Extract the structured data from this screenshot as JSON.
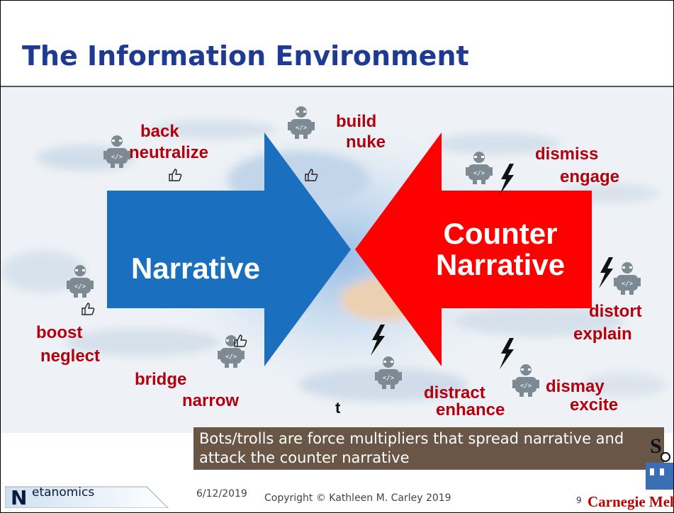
{
  "slide": {
    "title": "The Information Environment",
    "narrative_label": "Narrative",
    "counter_label_line1": "Counter",
    "counter_label_line2": "Narrative",
    "words": {
      "back": "back",
      "neutralize": "neutralize",
      "build": "build",
      "nuke": "nuke",
      "dismiss": "dismiss",
      "engage": "engage",
      "boost": "boost",
      "neglect": "neglect",
      "bridge": "bridge",
      "narrow": "narrow",
      "distort": "distort",
      "explain": "explain",
      "distract": "distract",
      "enhance": "enhance",
      "dismay": "dismay",
      "excite": "excite"
    },
    "stray_letter": "t",
    "caption": "Bots/trolls are force multipliers that spread narrative and attack the counter narrative"
  },
  "footer": {
    "logo_text": "etanomics",
    "logo_letter": "N",
    "date": "6/12/2019",
    "copyright": "Copyright © Kathleen M. Carley 2019",
    "page_number": "9",
    "institution": "Carnegie Mellon"
  },
  "colors": {
    "title": "#1f3a93",
    "narrative_arrow": "#1a6fbf",
    "counter_arrow": "#ff0000",
    "action_words": "#b3000c",
    "caption_bg": "#6a5646",
    "bot_icon": "#7d8a93"
  },
  "icons": [
    "robot-icon",
    "thumbs-up-icon",
    "lightning-icon"
  ]
}
